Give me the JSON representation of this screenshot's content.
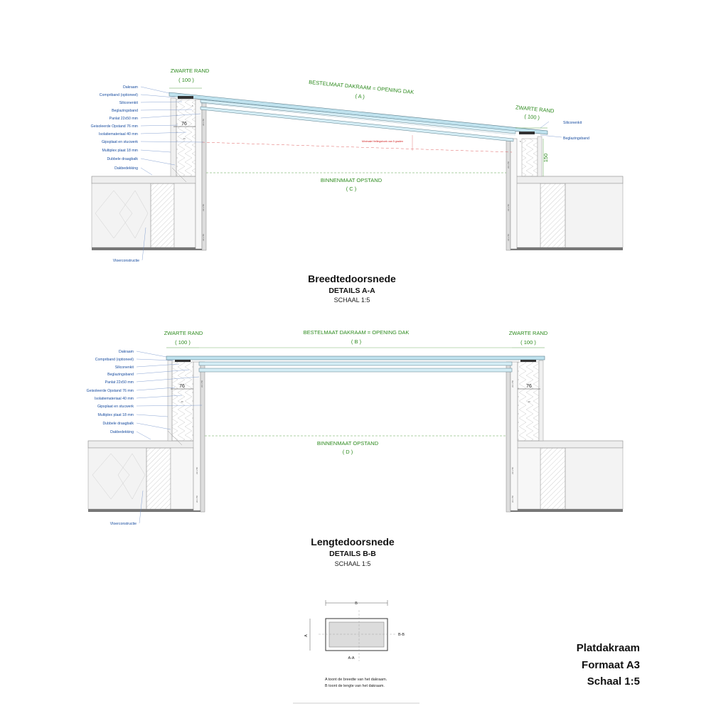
{
  "section_aa": {
    "labels": [
      "Dakraam",
      "Compriband (optioneel)",
      "Siliconenkit",
      "Beglazingsband",
      "Panlat 22x50 mm",
      "Geisoleerde Opstand 76 mm",
      "Isolatiemateriaal 40 mm",
      "Gipsplaat en stucwerk",
      "Multiplex plaat 18 mm",
      "Dubbele draagbalk",
      "Dakbedekking"
    ],
    "floor_label": "Vloerconstructie",
    "right_labels": [
      "Siliconenkit",
      "Beglazingsband"
    ],
    "zwarte_rand_left": "ZWARTE RAND",
    "zwarte_rand_left_dim": "( 100 )",
    "zwarte_rand_right": "ZWARTE RAND",
    "zwarte_rand_right_dim": "( 100 )",
    "bestelmaat": "BESTELMAAT DAKRAAM = OPENING DAK",
    "bestelmaat_dim": "( A )",
    "binnenmaat": "BINNENMAAT OPSTAND",
    "binnenmaat_dim": "( C )",
    "dim_76": "76",
    "dim_150": "150",
    "dim_5l": "5",
    "dim_5r": "5",
    "dim_40": "40",
    "slope_note": "Minimale Hellingshoek van 5 graden",
    "post_marks": [
      "22 x 50",
      "22 x 50",
      "22 x 50"
    ],
    "post_marks_right": [
      "22 x 50",
      "22 x 50",
      "22 x 50"
    ],
    "title": "Breedtedoorsnede",
    "subtitle": "DETAILS A-A",
    "scale": "SCHAAL 1:5"
  },
  "section_bb": {
    "labels": [
      "Dakraam",
      "Compriband (optioneel)",
      "Siliconenkit",
      "Beglazingsband",
      "Panlat 22x50 mm",
      "Geisoleerde Opstand 76 mm",
      "Isolatiemateriaal 40 mm",
      "Gipsplaat en stucwerk",
      "Multiplex plaat 18 mm",
      "Dubbele draagbalk",
      "Dakbedekking"
    ],
    "floor_label": "Vloerconstructie",
    "zwarte_rand_left": "ZWARTE RAND",
    "zwarte_rand_left_dim": "( 100 )",
    "zwarte_rand_right": "ZWARTE RAND",
    "zwarte_rand_right_dim": "( 100 )",
    "bestelmaat": "BESTELMAAT DAKRAAM = OPENING DAK",
    "bestelmaat_dim": "( B )",
    "binnenmaat": "BINNENMAAT OPSTAND",
    "binnenmaat_dim": "( D )",
    "dim_76_left": "76",
    "dim_76_right": "76",
    "dim_40_left": "40",
    "dim_40_right": "40",
    "post_marks": [
      "22 x 50",
      "22 x 50",
      "22 x 50"
    ],
    "post_marks_right": [
      "22 x 50",
      "22 x 50",
      "22 x 50"
    ],
    "title": "Lengtedoorsnede",
    "subtitle": "DETAILS B-B",
    "scale": "SCHAAL 1:5"
  },
  "key_plan": {
    "dim_b": "B",
    "dim_a": "A",
    "cut_bb": "B-B",
    "cut_aa": "A-A",
    "note_1": "A toont de breedte van het dakraam.",
    "note_2": "B toont de lengte van het dakraam."
  },
  "title_block": {
    "line_1": "Platdakraam",
    "line_2": "Formaat A3",
    "line_3": "Schaal 1:5"
  },
  "colors": {
    "glass": "#bfe2ee",
    "label_blue": "#1a4ea0",
    "dim_green": "#2e8b1f",
    "note_red": "#d02020",
    "wall_grey": "#eeeeee"
  }
}
